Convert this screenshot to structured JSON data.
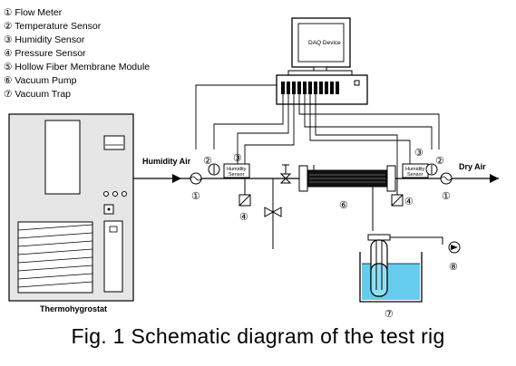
{
  "legend": [
    "① Flow Meter",
    "② Temperature Sensor",
    "③ Humidity Sensor",
    "④ Pressure Sensor",
    "⑤ Hollow Fiber Membrane Module",
    "⑥ Vacuum Pump",
    "⑦ Vacuum Trap"
  ],
  "labels": {
    "daq_device": "DAQ Device",
    "humidity_air": "Humidity Air",
    "dry_air": "Dry Air",
    "thermohygrostat": "Thermohygrostat",
    "humidity_sensor_top": "Humidity",
    "humidity_sensor_bottom": "Sensor"
  },
  "markers": {
    "one": "①",
    "two": "②",
    "three": "③",
    "four": "④",
    "six": "⑥",
    "seven": "⑦",
    "eight": "⑧"
  },
  "caption": "Fig. 1 Schematic diagram of the test rig"
}
